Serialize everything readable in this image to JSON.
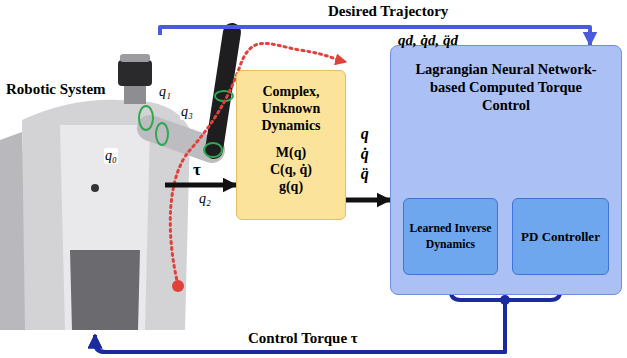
{
  "diagram": {
    "nodes": [
      {
        "text": [
          "Robotic System"
        ]
      },
      {
        "text": [
          "Complex, Unknown Dynamics",
          "M(q)",
          "C(q, q̇)",
          "g(q)"
        ]
      },
      {
        "text": [
          "Lagrangian Neural Network-based Computed Torque Control"
        ]
      },
      {
        "text": [
          "Learned Inverse Dynamics"
        ],
        "in": 2
      },
      {
        "text": [
          "PD Controller"
        ],
        "in": 2
      }
    ],
    "edges": [
      {
        "from": 0,
        "to": 1,
        "arrow": "to",
        "label": "τ"
      },
      {
        "from": 1,
        "to": 2,
        "arrow": "to",
        "label": "q q̇ q̈"
      },
      {
        "from": 0,
        "to": 2,
        "arrow": "to",
        "label": "Desired Trajectory"
      },
      {
        "from": 3,
        "to": 0,
        "arrow": "to",
        "label": "Control Torque τ"
      },
      {
        "from": 4,
        "to": 0,
        "arrow": "to"
      }
    ],
    "labels": [
      "q₁",
      "q₀",
      "q₃",
      "q₂",
      "qd, q̇d, q̈d"
    ]
  }
}
